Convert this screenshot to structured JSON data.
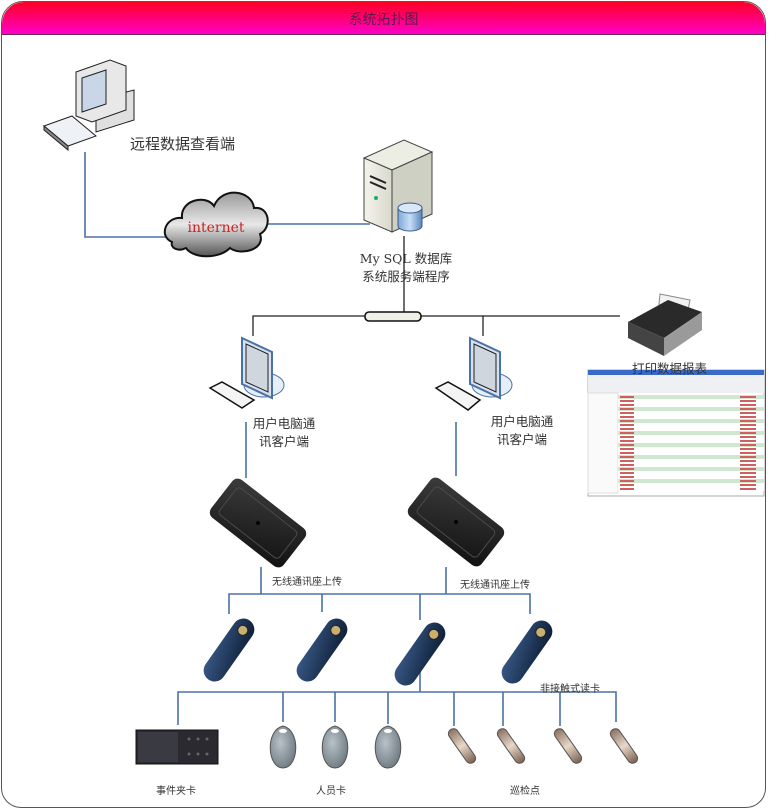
{
  "title": "系统拓扑图",
  "colors": {
    "title_gradient_top": "#ff0022",
    "title_gradient_bottom": "#ff00c8",
    "link_blue": "#4a72a8",
    "link_black": "#222222",
    "cloud_text": "#cc2222"
  },
  "nodes": {
    "remote_viewer": {
      "label": "远程数据查看端",
      "icon": "desktop-computer-icon"
    },
    "internet": {
      "label": "internet",
      "icon": "cloud-icon"
    },
    "server": {
      "label_line1": "My SQL 数据库",
      "label_line2": "系统服务端程序",
      "icon": "server-database-icon"
    },
    "hub": {
      "icon": "network-hub-icon"
    },
    "client_left": {
      "label_line1": "用户电脑通",
      "label_line2": "讯客户端",
      "icon": "monitor-keyboard-icon"
    },
    "client_right": {
      "label_line1": "用户电脑通",
      "label_line2": "讯客户端",
      "icon": "monitor-keyboard-icon"
    },
    "printer": {
      "label": "打印数据报表",
      "icon": "printer-icon"
    },
    "report": {
      "icon": "report-screenshot-icon"
    },
    "dock_left": {
      "label": "无线通讯座上传",
      "icon": "wireless-dock-icon"
    },
    "dock_right": {
      "label": "无线通讯座上传",
      "icon": "wireless-dock-icon"
    },
    "readers": {
      "label": "非接触式读卡",
      "count": 4,
      "icon": "card-reader-wand-icon"
    },
    "event_card": {
      "label": "事件夹卡",
      "icon": "event-card-folder-icon"
    },
    "personnel_cards": {
      "label": "人员卡",
      "count": 3,
      "icon": "rfid-keyfob-icon"
    },
    "checkpoints": {
      "label": "巡检点",
      "count": 4,
      "icon": "checkpoint-button-icon"
    }
  }
}
